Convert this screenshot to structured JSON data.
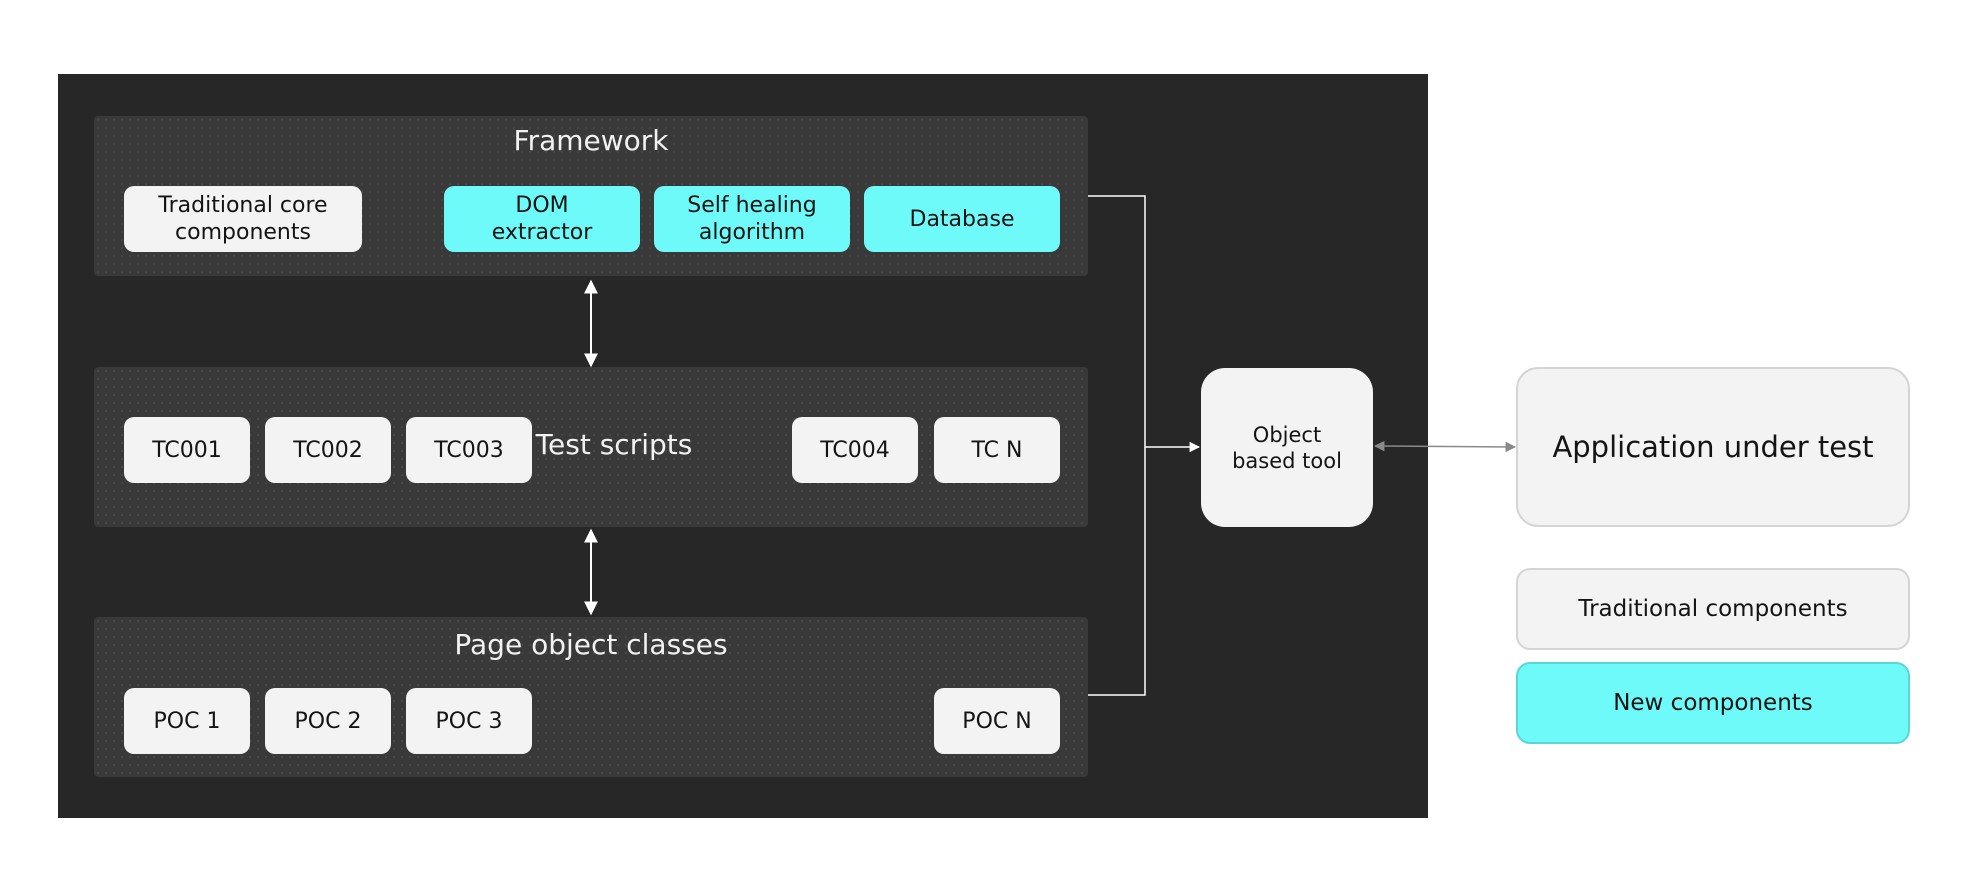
{
  "framework": {
    "title": "Framework",
    "traditional_core": "Traditional core components",
    "dom_extractor": "DOM extractor",
    "self_healing": "Self healing algorithm",
    "database": "Database"
  },
  "test_scripts": {
    "title": "Test scripts",
    "cases": [
      "TC001",
      "TC002",
      "TC003",
      "TC004",
      "TC N"
    ]
  },
  "page_objects": {
    "title": "Page object classes",
    "classes": [
      "POC 1",
      "POC 2",
      "POC 3",
      "POC N"
    ]
  },
  "tool": {
    "label": "Object based tool"
  },
  "application": {
    "label": "Application under test"
  },
  "legend": {
    "traditional": "Traditional components",
    "new": "New components"
  },
  "colors": {
    "background": "#272727",
    "panel": "#393939",
    "traditional": "#f3f3f3",
    "new_component": "#6ffafa",
    "connector": "#ffffff",
    "app_connector": "#7f7f7f"
  }
}
